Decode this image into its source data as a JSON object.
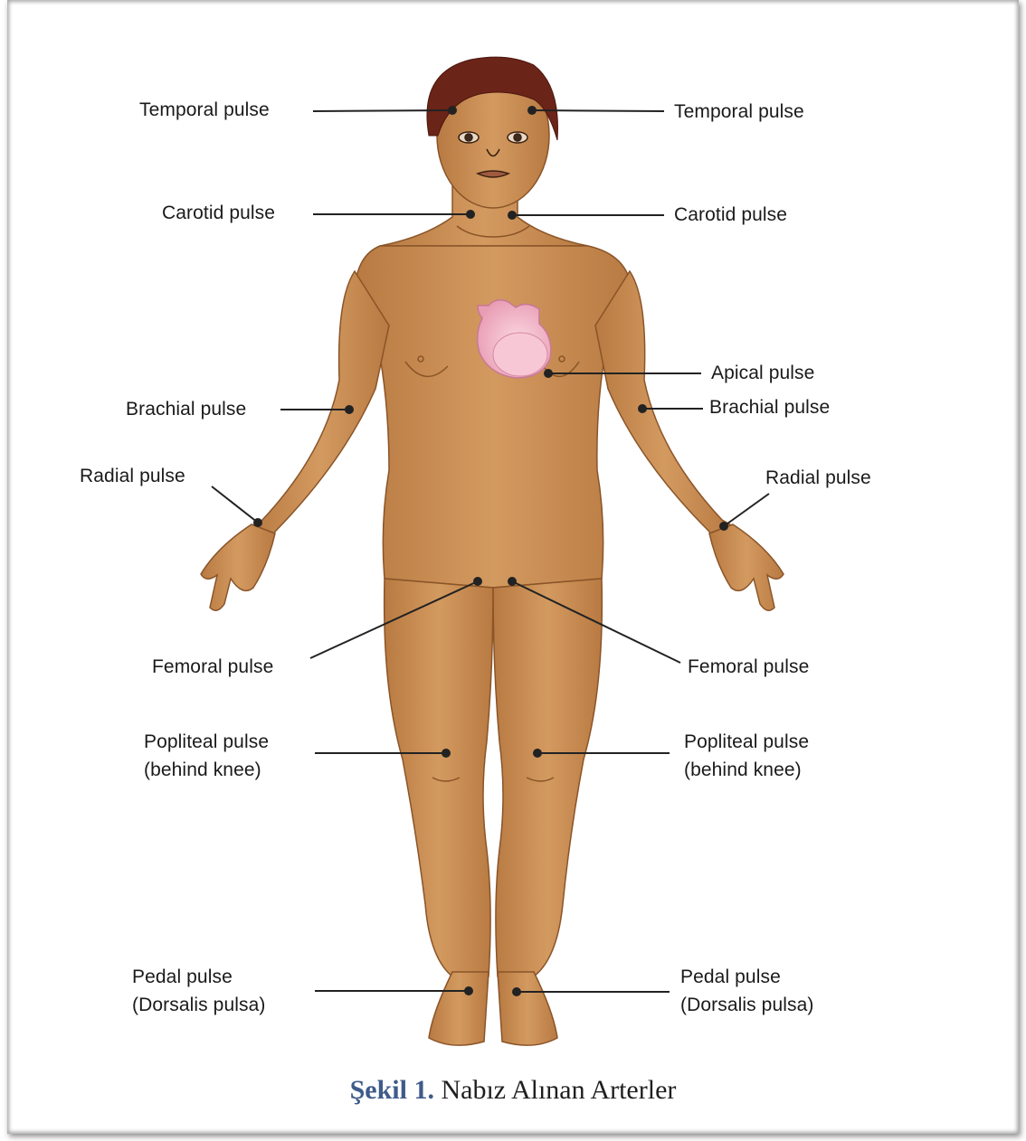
{
  "labels": {
    "temporal_left": "Temporal pulse",
    "temporal_right": "Temporal pulse",
    "carotid_left": "Carotid pulse",
    "carotid_right": "Carotid pulse",
    "apical": "Apical pulse",
    "brachial_left": "Brachial pulse",
    "brachial_right": "Brachial pulse",
    "radial_left": "Radial pulse",
    "radial_right": "Radial pulse",
    "femoral_left": "Femoral pulse",
    "femoral_right": "Femoral pulse",
    "popliteal_left_1": "Popliteal pulse",
    "popliteal_left_2": "(behind knee)",
    "popliteal_right_1": "Popliteal pulse",
    "popliteal_right_2": "(behind knee)",
    "pedal_left_1": "Pedal pulse",
    "pedal_left_2": "(Dorsalis pulsa)",
    "pedal_right_1": "Pedal pulse",
    "pedal_right_2": "(Dorsalis pulsa)"
  },
  "caption": {
    "number": "Şekil 1.",
    "text": "Nabız Alınan Arterler"
  },
  "colors": {
    "skin": "#c98c52",
    "skin_shadow": "#a86b36",
    "hair": "#6b2418",
    "heart": "#f3b9c9",
    "leader": "#222222",
    "caption_accent": "#3f5b8a"
  }
}
